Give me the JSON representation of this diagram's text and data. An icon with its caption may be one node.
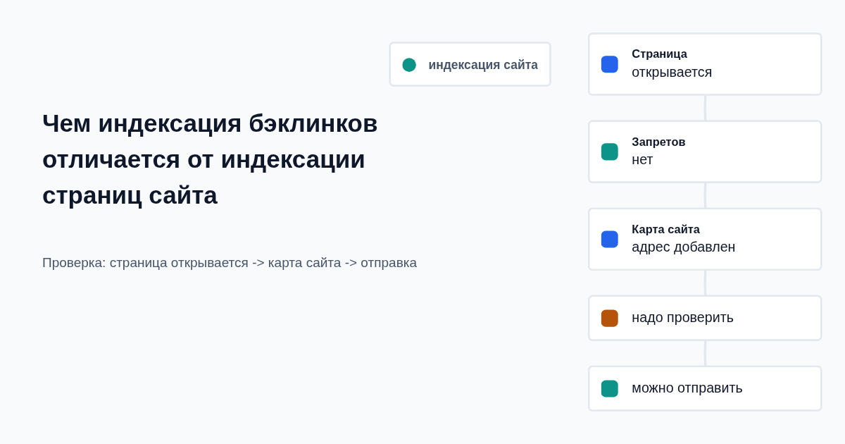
{
  "diagram": {
    "title": "Чем индексация бэклинков отличается от индексации страниц сайта",
    "nodes": [
      {
        "text": [
          "индексация сайта"
        ]
      },
      {
        "text": [
          "Страница",
          "открывается"
        ]
      },
      {
        "text": [
          "Запретов",
          "нет"
        ]
      },
      {
        "text": [
          "Карта сайта",
          "адрес добавлен"
        ]
      },
      {
        "text": [
          "надо проверить"
        ]
      },
      {
        "text": [
          "можно отправить"
        ]
      }
    ],
    "edges": [
      {
        "from": 1,
        "to": 2,
        "arrow": "none"
      },
      {
        "from": 2,
        "to": 3,
        "arrow": "none"
      },
      {
        "from": 3,
        "to": 4,
        "arrow": "none"
      },
      {
        "from": 4,
        "to": 5,
        "arrow": "none"
      }
    ],
    "labels": [
      "Проверка: страница открывается -> карта сайта -> отправка"
    ]
  }
}
